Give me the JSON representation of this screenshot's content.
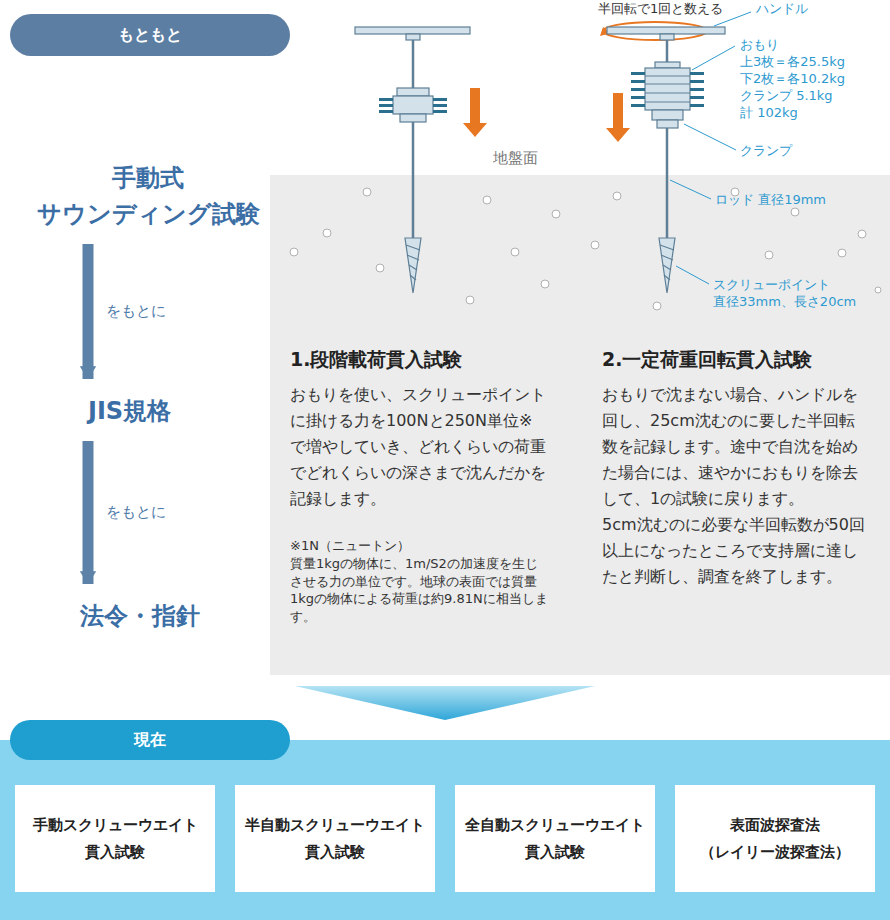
{
  "diagram": {
    "nodes": [
      {
        "text": [
          "もともと"
        ]
      },
      {
        "text": [
          "手動式 サウンディング試験"
        ]
      },
      {
        "text": [
          "JIS規格"
        ]
      },
      {
        "text": [
          "法令・指針"
        ]
      },
      {
        "text": [
          "1.段階載荷貫入試験",
          "おもりを使い、スクリューポイントに掛ける力を100Nと250N単位※で増やしていき、どれくらいの荷重でどれくらいの深さまで沈んだかを記録します。",
          "※1N（ニュートン）",
          "質量1kgの物体に、1m/S2の加速度を生じさせる力の単位です。地球の表面では質量1kgの物体による荷重は約9.81Nに相当します。",
          "2.一定荷重回転貫入試験",
          "おもりで沈まない場合、ハンドルを回し、25cm沈むのに要した半回転数を記録します。途中で自沈を始めた場合には、速やかにおもりを除去して、1の試験に戻ります。",
          "5cm沈むのに必要な半回転数が50回以上になったところで支持層に達したと判断し、調査を終了します。"
        ]
      },
      {
        "text": [
          "現在"
        ]
      },
      {
        "text": [
          "手動スクリューウエイト 貫入試験"
        ],
        "in": 5
      },
      {
        "text": [
          "半自動スクリューウエイト 貫入試験"
        ],
        "in": 5
      },
      {
        "text": [
          "全自動スクリューウエイト 貫入試験"
        ],
        "in": 5
      },
      {
        "text": [
          "表面波探査法 （レイリー波探査法）"
        ],
        "in": 5
      }
    ],
    "edges": [
      {
        "from": 1,
        "to": 2,
        "arrow": "to",
        "label": "をもとに"
      },
      {
        "from": 2,
        "to": 3,
        "arrow": "to",
        "label": "をもとに"
      }
    ],
    "labels": [
      "地盤面",
      "半回転で1回と数える",
      "ハンドル",
      "おもり",
      "上3枚＝各25.5kg",
      "下2枚＝各10.2kg",
      "クランプ 5.1kg",
      "計 102kg",
      "クランプ",
      "ロッド 直径19mm",
      "スクリューポイント",
      "直径33mm、長さ20cm"
    ]
  }
}
